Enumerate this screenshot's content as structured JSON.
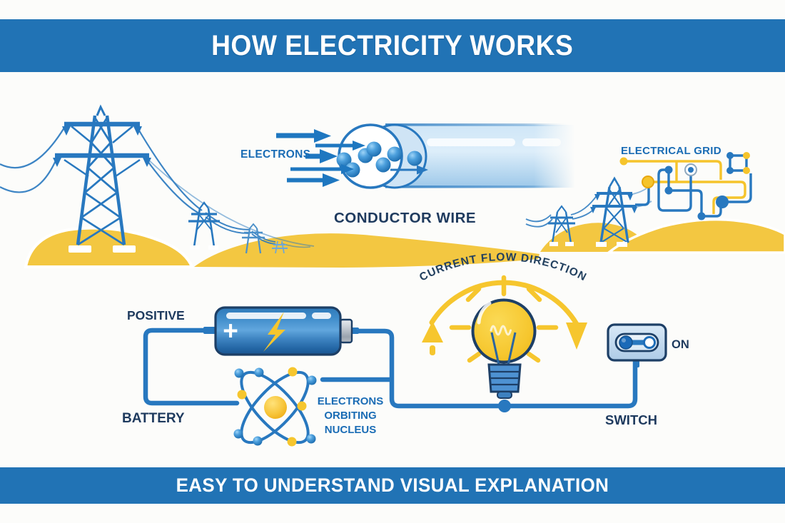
{
  "header": {
    "title": "HOW ELECTRICITY WORKS"
  },
  "footer": {
    "text": "EASY TO UNDERSTAND VISUAL EXPLANATION"
  },
  "labels": {
    "electrons": "ELECTRONS",
    "conductor_wire": "CONDUCTOR WIRE",
    "electrical_grid": "ELECTRICAL GRID",
    "current_flow_direction": "CURRENT FLOW DIRECTION",
    "positive": "POSITIVE",
    "battery": "BATTERY",
    "battery_plus": "+",
    "atom_line1": "ELECTRONS",
    "atom_line2": "ORBITING",
    "atom_line3": "NUCLEUS",
    "on": "ON",
    "switch": "SWITCH"
  },
  "illustrations": [
    "transmission-towers-scene",
    "conductor-wire-illustration",
    "electrical-grid-illustration",
    "circuit-wire",
    "battery-illustration",
    "atom-illustration",
    "light-bulb-illustration",
    "current-flow-arc",
    "switch-illustration"
  ],
  "colors": {
    "banner_blue": "#2173b5",
    "illustration_blue": "#2878bf",
    "dark_navy": "#1e3a5e",
    "label_blue": "#1a6cb5",
    "accent_yellow": "#f6c62e",
    "hill_yellow": "#f3c741"
  }
}
